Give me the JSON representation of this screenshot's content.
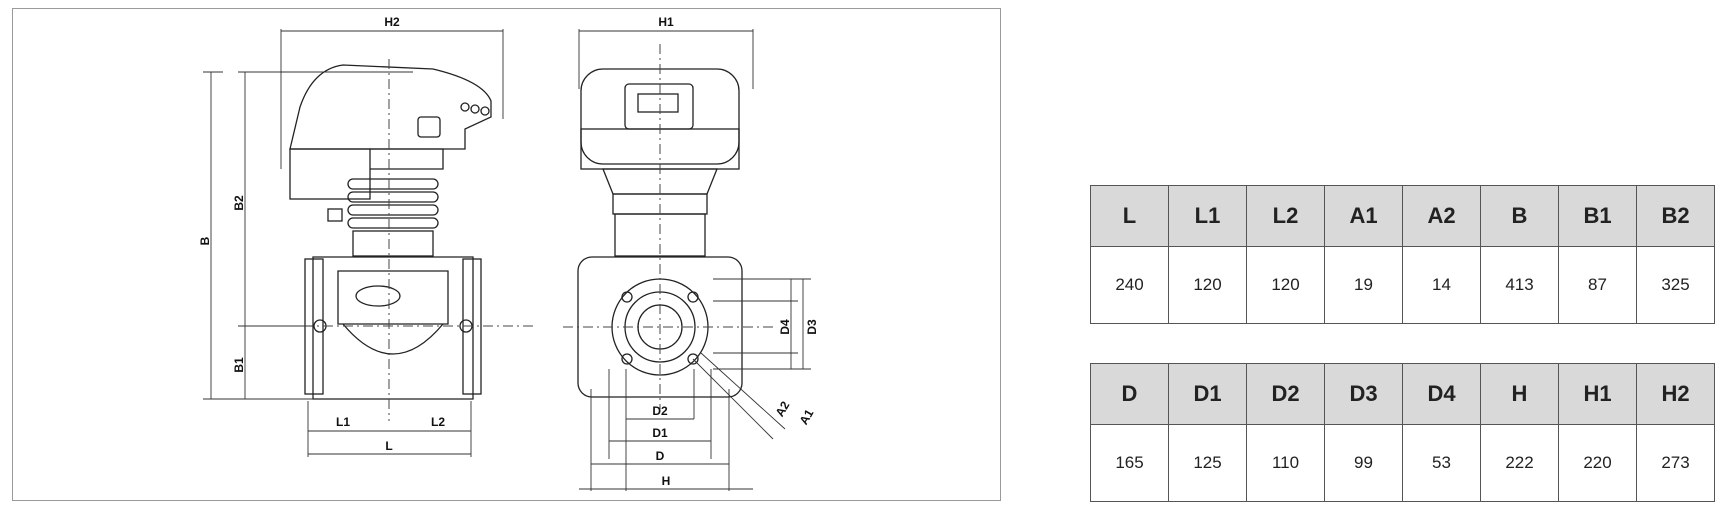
{
  "drawing": {
    "side_view_labels": {
      "h2": "H2",
      "b": "B",
      "b2": "B2",
      "b1": "B1",
      "l1": "L1",
      "l2": "L2",
      "l": "L"
    },
    "front_view_labels": {
      "h1": "H1",
      "d4": "D4",
      "d3": "D3",
      "a2": "A2",
      "a1": "A1",
      "d2": "D2",
      "d1": "D1",
      "d": "D",
      "h": "H"
    }
  },
  "table_1": {
    "headers": [
      "L",
      "L1",
      "L2",
      "A1",
      "A2",
      "B",
      "B1",
      "B2"
    ],
    "values": [
      "240",
      "120",
      "120",
      "19",
      "14",
      "413",
      "87",
      "325"
    ]
  },
  "table_2": {
    "headers": [
      "D",
      "D1",
      "D2",
      "D3",
      "D4",
      "H",
      "H1",
      "H2"
    ],
    "values": [
      "165",
      "125",
      "110",
      "99",
      "53",
      "222",
      "220",
      "273"
    ]
  }
}
